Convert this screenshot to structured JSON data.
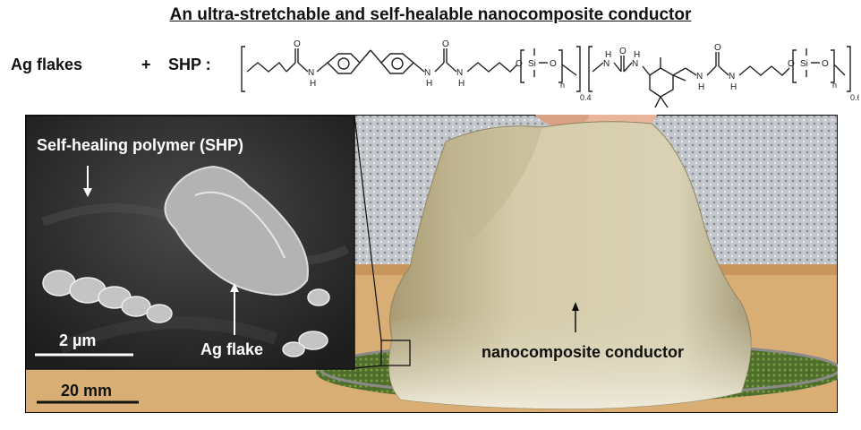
{
  "figure": {
    "title": "An ultra-stretchable and self-healable nanocomposite conductor",
    "formula": {
      "ag_label": "Ag flakes",
      "plus": "+",
      "shp_label": "SHP :",
      "atoms": {
        "N": "N",
        "H": "H",
        "O": "O",
        "Si": "Si",
        "n": "n",
        "sub_left": "0.4",
        "sub_right": "0.6"
      }
    },
    "inset": {
      "polymer_label": "Self-healing polymer (SHP)",
      "flake_label": "Ag flake",
      "scale_label": "2 µm"
    },
    "photo": {
      "conductor_label": "nanocomposite conductor",
      "scale_label": "20 mm"
    },
    "colors": {
      "film": "#cfc6a2",
      "table": "#d8ad72",
      "wall": "#c9c9c9",
      "sem_bg": "#2a2a2a"
    }
  }
}
